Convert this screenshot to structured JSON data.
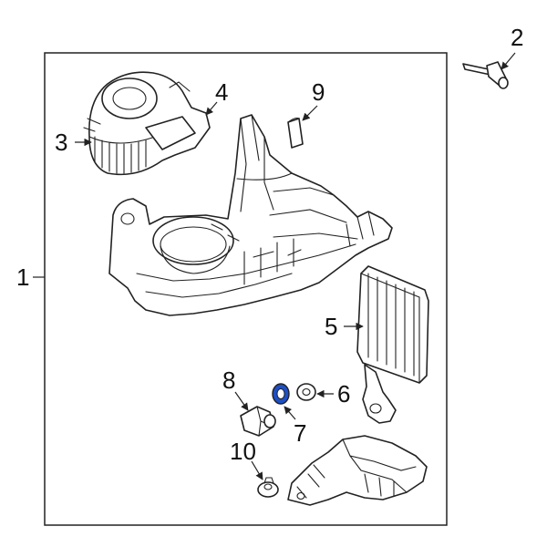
{
  "diagram": {
    "callouts": [
      {
        "id": "1",
        "text": "1"
      },
      {
        "id": "2",
        "text": "2"
      },
      {
        "id": "3",
        "text": "3"
      },
      {
        "id": "4",
        "text": "4"
      },
      {
        "id": "5",
        "text": "5"
      },
      {
        "id": "6",
        "text": "6"
      },
      {
        "id": "7",
        "text": "7"
      },
      {
        "id": "8",
        "text": "8"
      },
      {
        "id": "9",
        "text": "9"
      },
      {
        "id": "10",
        "text": "10"
      }
    ],
    "colors": {
      "line": "#222222",
      "highlight_fill": "#1d4fc4",
      "background": "#ffffff"
    },
    "highlighted_part": "7"
  }
}
